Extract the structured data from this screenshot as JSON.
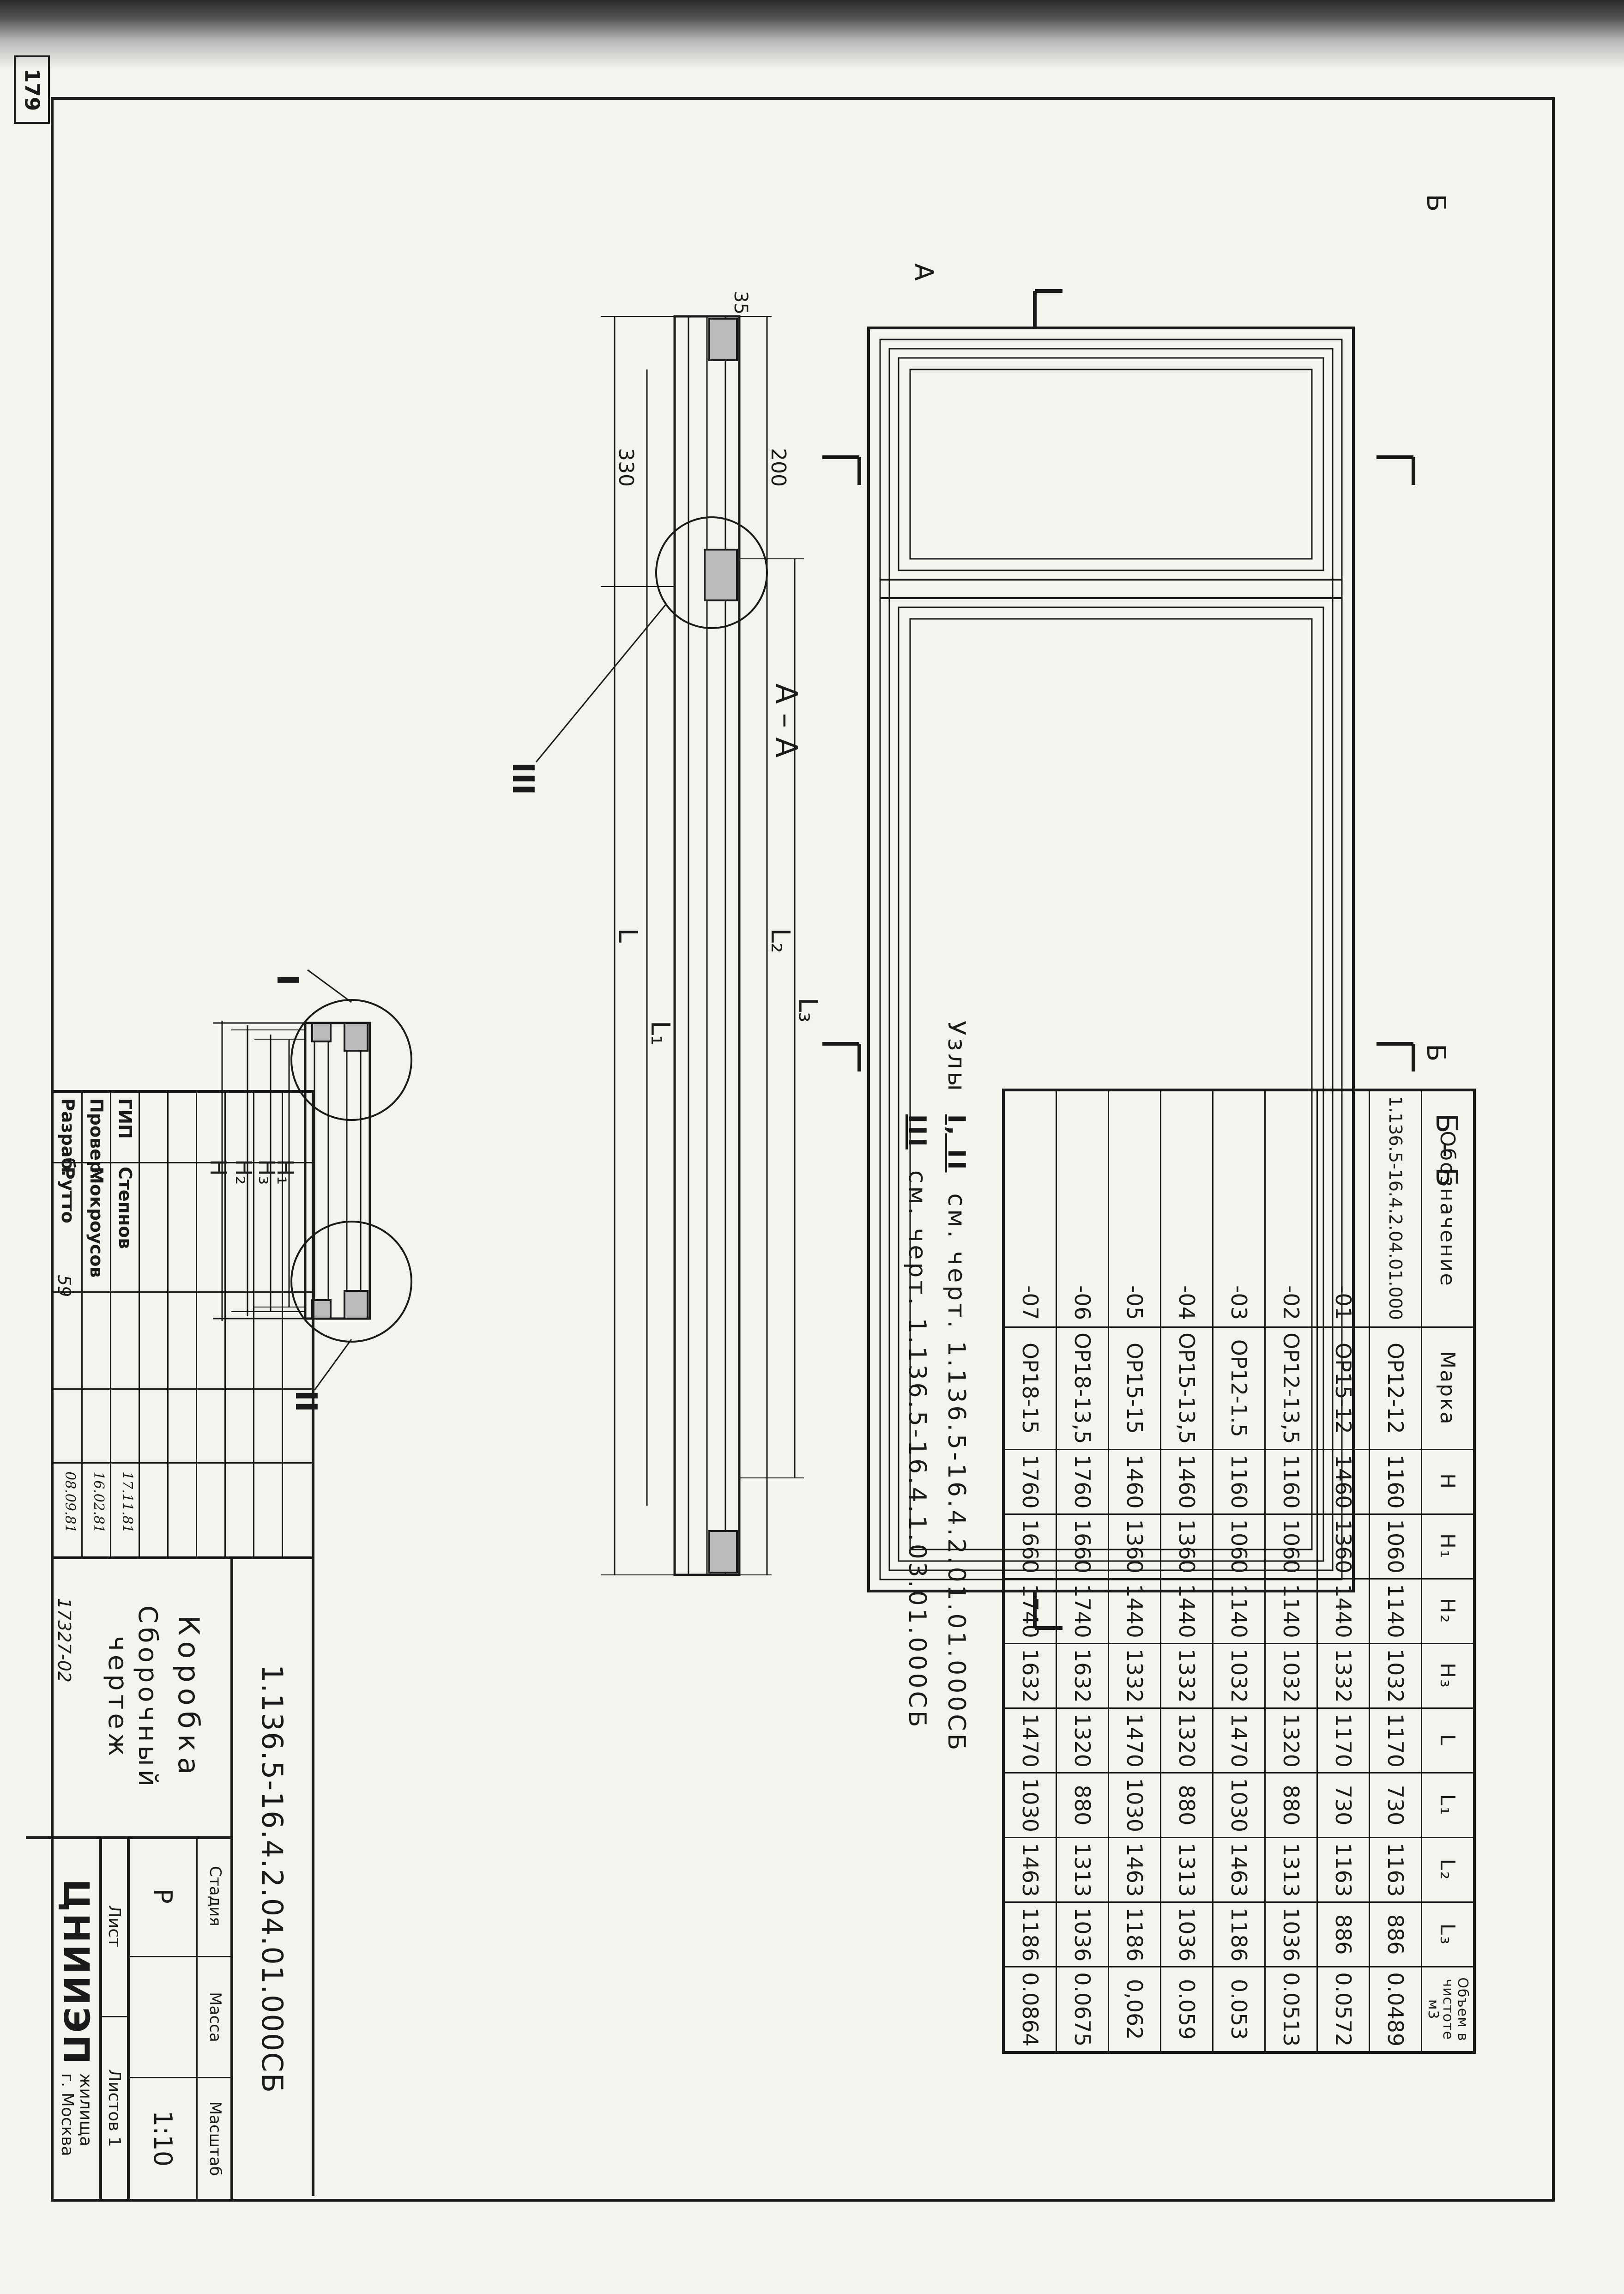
{
  "page": {
    "number": "179"
  },
  "section_labels": {
    "sec_b": "Б – Б",
    "sec_a": "А – А",
    "b_mark": "Б",
    "a_mark": "А",
    "node_1": "I",
    "node_2": "II",
    "node_3": "III"
  },
  "dimensions": {
    "h": "Н",
    "h1": "Н₁",
    "h2": "Н₂",
    "h3": "Н₃",
    "l": "L",
    "l1": "L₁",
    "l2": "L₂",
    "l3": "L₃",
    "d200": "200",
    "d330": "330",
    "d35": "35"
  },
  "table": {
    "headers": [
      "Обозначение",
      "Марка",
      "Н",
      "Н₁",
      "Н₂",
      "Н₃",
      "L",
      "L₁",
      "L₂",
      "L₃",
      "Объем в чистоте м3"
    ],
    "rows": [
      [
        "1.136.5-16.4.2.04.01.000",
        "ОР12-12",
        "1160",
        "1060",
        "1140",
        "1032",
        "1170",
        "730",
        "1163",
        "886",
        "0.0489"
      ],
      [
        "-01",
        "ОР15-12",
        "1460",
        "1360",
        "1440",
        "1332",
        "1170",
        "730",
        "1163",
        "886",
        "0.0572"
      ],
      [
        "-02",
        "ОР12-13,5",
        "1160",
        "1060",
        "1140",
        "1032",
        "1320",
        "880",
        "1313",
        "1036",
        "0.0513"
      ],
      [
        "-03",
        "ОР12-1.5",
        "1160",
        "1060",
        "1140",
        "1032",
        "1470",
        "1030",
        "1463",
        "1186",
        "0.053"
      ],
      [
        "-04",
        "ОР15-13,5",
        "1460",
        "1360",
        "1440",
        "1332",
        "1320",
        "880",
        "1313",
        "1036",
        "0.059"
      ],
      [
        "-05",
        "ОР15-15",
        "1460",
        "1360",
        "1440",
        "1332",
        "1470",
        "1030",
        "1463",
        "1186",
        "0,062"
      ],
      [
        "-06",
        "ОР18-13,5",
        "1760",
        "1660",
        "1740",
        "1632",
        "1320",
        "880",
        "1313",
        "1036",
        "0.0675"
      ],
      [
        "-07",
        "ОР18-15",
        "1760",
        "1660",
        "1740",
        "1632",
        "1470",
        "1030",
        "1463",
        "1186",
        "0.0864"
      ]
    ]
  },
  "notes": {
    "prefix": "Узлы",
    "line1_nodes": "I, II",
    "line1_text": "см. черт. 1.136.5-16.4.2.01.01.000СБ",
    "line2_node": "III",
    "line2_text": "см. черт. 1.136.5-16.4.1.03.01.000СБ"
  },
  "title_block": {
    "designation": "1.136.5-16.4.2.04.01.000СБ",
    "title": "Коробка",
    "subtitle": "Сборочный чертеж",
    "hdr_stage": "Стадия",
    "hdr_mass": "Масса",
    "hdr_scale": "Масштаб",
    "stage": "Р",
    "scale": "1:10",
    "sheet": "Лист",
    "sheets": "Листов 1",
    "org": "ЦНИИЭП",
    "org_sub1": "жилища",
    "org_sub2": "г. Москва",
    "signatures": [
      {
        "role": "ГИП",
        "name": "Степнов",
        "date": "17.11.81"
      },
      {
        "role": "Провер.",
        "name": "Мокроусов",
        "date": "16.02.81"
      },
      {
        "role": "Разраб.",
        "name": "Рутто",
        "date": "08.09.81"
      }
    ],
    "bottom_code": "17327-02",
    "bottom_page": "59"
  }
}
